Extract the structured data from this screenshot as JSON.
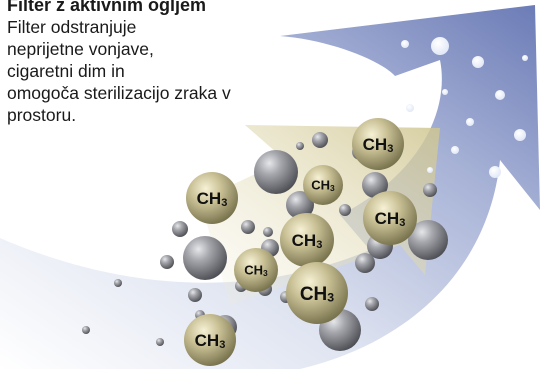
{
  "caption": {
    "title": "Filter z aktivnim oglјem",
    "body": "Filter odstranjuje\nneprijetne  vonjave,\ncigaretni dim in\nomogoča sterilizacijo zraka v\nprostoru."
  },
  "molecule_label": "CH3",
  "colors": {
    "arrow_dark": "#6f7fb8",
    "arrow_light": "#e8ecf7",
    "inner_arrow": "#d9d3a8",
    "molecule": "#bfb68a",
    "sphere": "#8f9096"
  }
}
